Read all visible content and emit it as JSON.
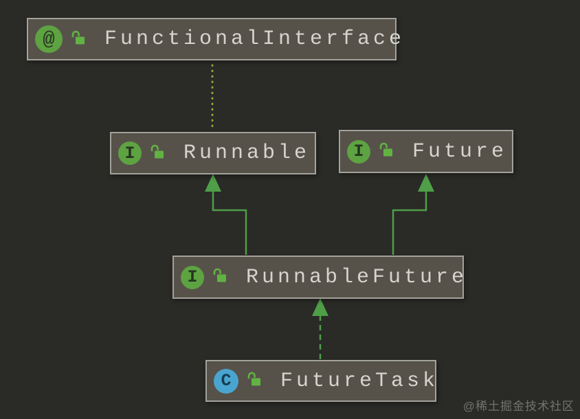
{
  "diagram": {
    "type": "uml-class-hierarchy",
    "nodes": [
      {
        "id": "FunctionalInterface",
        "label": "FunctionalInterface",
        "stereotype": "annotation",
        "badge": "@",
        "access": "public"
      },
      {
        "id": "Runnable",
        "label": "Runnable",
        "stereotype": "interface",
        "badge": "I",
        "access": "public"
      },
      {
        "id": "Future",
        "label": "Future",
        "stereotype": "interface",
        "badge": "I",
        "access": "public"
      },
      {
        "id": "RunnableFuture",
        "label": "RunnableFuture",
        "stereotype": "interface",
        "badge": "I",
        "access": "public"
      },
      {
        "id": "FutureTask",
        "label": "FutureTask",
        "stereotype": "class",
        "badge": "C",
        "access": "public"
      }
    ],
    "edges": [
      {
        "from": "Runnable",
        "to": "FunctionalInterface",
        "type": "annotated-with",
        "style": "dotted"
      },
      {
        "from": "RunnableFuture",
        "to": "Runnable",
        "type": "extends",
        "style": "solid"
      },
      {
        "from": "RunnableFuture",
        "to": "Future",
        "type": "extends",
        "style": "solid"
      },
      {
        "from": "FutureTask",
        "to": "RunnableFuture",
        "type": "implements",
        "style": "dashed"
      }
    ],
    "colors": {
      "background": "#2a2a27",
      "node_fill": "#56524a",
      "node_border": "#a3a29b",
      "label_text": "#d6d4ce",
      "interface_badge_green": "#5ea342",
      "class_badge_blue": "#49a5cf",
      "unlock_icon_green": "#62b243",
      "edge_green": "#4f9e48",
      "edge_dotted_yellow": "#9aa03c"
    }
  },
  "watermark": {
    "text": "@稀土掘金技术社区"
  }
}
